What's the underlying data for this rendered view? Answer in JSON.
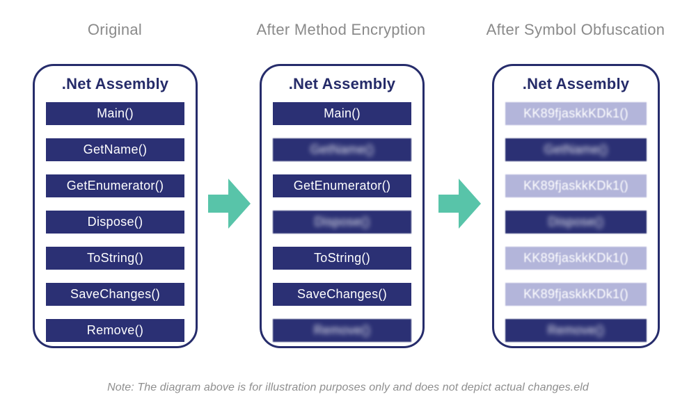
{
  "columns": [
    {
      "header": "Original",
      "panel_title": ".Net Assembly",
      "rows": [
        {
          "label": "Main()",
          "style": "dark",
          "blurred": false
        },
        {
          "label": "GetName()",
          "style": "dark",
          "blurred": false
        },
        {
          "label": "GetEnumerator()",
          "style": "dark",
          "blurred": false
        },
        {
          "label": "Dispose()",
          "style": "dark",
          "blurred": false
        },
        {
          "label": "ToString()",
          "style": "dark",
          "blurred": false
        },
        {
          "label": "SaveChanges()",
          "style": "dark",
          "blurred": false
        },
        {
          "label": "Remove()",
          "style": "dark",
          "blurred": false
        }
      ]
    },
    {
      "header": "After Method Encryption",
      "panel_title": ".Net Assembly",
      "rows": [
        {
          "label": "Main()",
          "style": "dark",
          "blurred": false
        },
        {
          "label": "GetName()",
          "style": "dark",
          "blurred": true
        },
        {
          "label": "GetEnumerator()",
          "style": "dark",
          "blurred": false
        },
        {
          "label": "Dispose()",
          "style": "dark",
          "blurred": true
        },
        {
          "label": "ToString()",
          "style": "dark",
          "blurred": false
        },
        {
          "label": "SaveChanges()",
          "style": "dark",
          "blurred": false
        },
        {
          "label": "Remove()",
          "style": "dark",
          "blurred": true
        }
      ]
    },
    {
      "header": "After Symbol Obfuscation",
      "panel_title": ".Net Assembly",
      "rows": [
        {
          "label": "KK89fjaskkKDk1()",
          "style": "light",
          "blurred": false
        },
        {
          "label": "GetName()",
          "style": "dark",
          "blurred": true
        },
        {
          "label": "KK89fjaskkKDk1()",
          "style": "light",
          "blurred": false
        },
        {
          "label": "Dispose()",
          "style": "dark",
          "blurred": true
        },
        {
          "label": "KK89fjaskkKDk1()",
          "style": "light",
          "blurred": false
        },
        {
          "label": "KK89fjaskkKDk1()",
          "style": "light",
          "blurred": false
        },
        {
          "label": "Remove()",
          "style": "dark",
          "blurred": true
        }
      ]
    }
  ],
  "arrows": [
    {
      "icon": "right-block-arrow-icon"
    },
    {
      "icon": "right-block-arrow-icon"
    }
  ],
  "note": "Note: The diagram above is for illustration purposes only and does not depict actual changes.eld",
  "colors": {
    "background": "#ffffff",
    "navy_row": "#2b3074",
    "navy_border": "#262c6b",
    "navy_title": "#252b69",
    "lavender": "#b3b5da",
    "teal_arrow": "#58c4a9",
    "gray_header": "#8a8a8a",
    "gray_note": "#8e8e8e",
    "row_text": "#ffffff"
  }
}
